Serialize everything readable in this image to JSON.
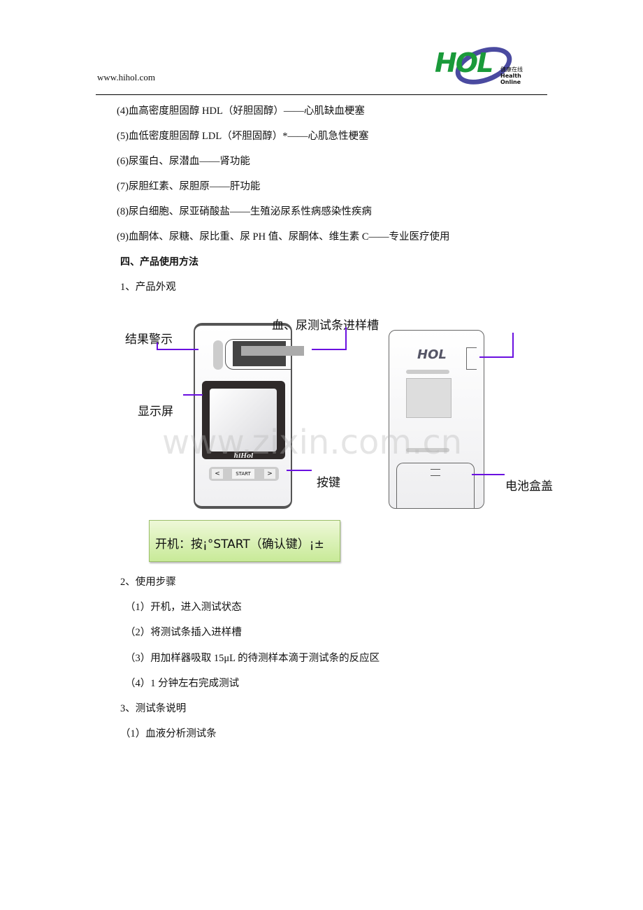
{
  "header": {
    "url": "www.hihol.com",
    "logo_text": "HOL",
    "logo_cn": "健康在线",
    "logo_en": "Health Online"
  },
  "list_items": [
    "(4)血高密度胆固醇 HDL（好胆固醇）——心肌缺血梗塞",
    "(5)血低密度胆固醇 LDL（坏胆固醇）*——心肌急性梗塞",
    "(6)尿蛋白、尿潜血——肾功能",
    "(7)尿胆红素、尿胆原——肝功能",
    "(8)尿白细胞、尿亚硝酸盐——生殖泌尿系性病感染性疾病",
    "(9)血酮体、尿糖、尿比重、尿 PH 值、尿酮体、维生素 C——专业医疗使用"
  ],
  "section_heading": "四、产品使用方法",
  "subsection_1": "1、产品外观",
  "diagram": {
    "label_result": "结果警示",
    "label_slot": "血、尿测试条进样槽",
    "label_screen": "显示屏",
    "label_keys": "按键",
    "label_battery": "电池盒盖",
    "brand": "hiHol",
    "start_button": "START",
    "prev_button": "<",
    "next_button": ">",
    "watermark": "www.zixin.com.cn"
  },
  "callout": "开机：按¡°START（确认键）¡±",
  "subsection_2": "2、使用步骤",
  "steps": [
    "（1）开机，进入测试状态",
    "（2）将测试条插入进样槽",
    "（3）用加样器吸取 15μL 的待测样本滴于测试条的反应区",
    "（4）1 分钟左右完成测试"
  ],
  "subsection_3": "3、测试条说明",
  "sub_item": "（1）血液分析测试条"
}
